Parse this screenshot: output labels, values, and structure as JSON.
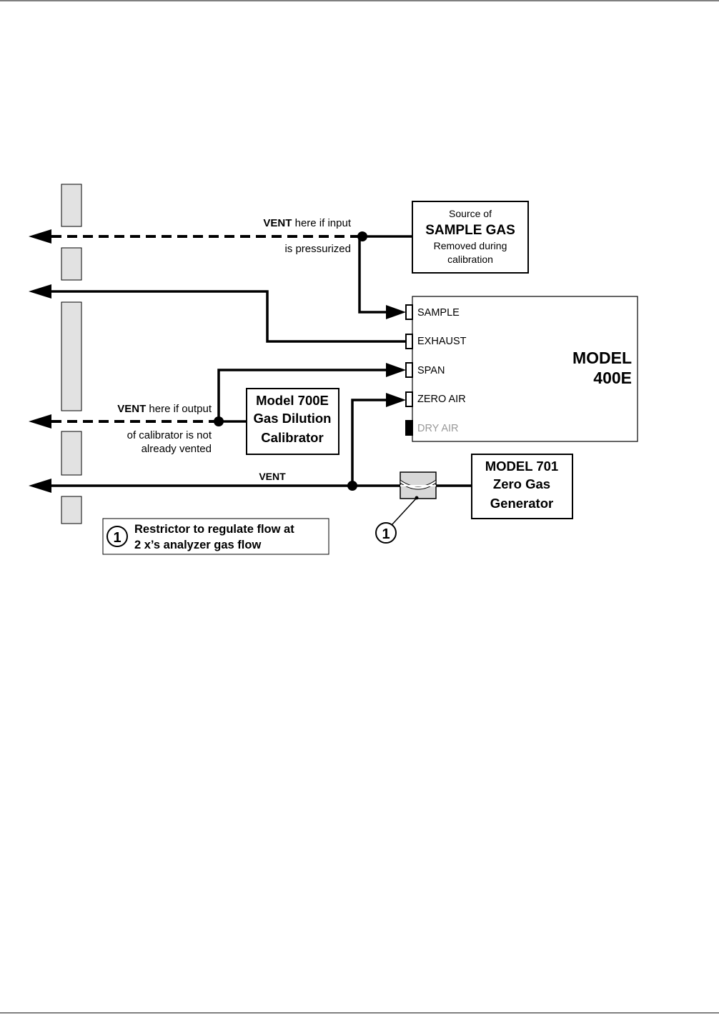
{
  "sample_source": {
    "line1": "Source of",
    "line2": "SAMPLE GAS",
    "line3": "Removed during",
    "line4": "calibration"
  },
  "vent_top": {
    "prefix": "VENT",
    "suffix": " here if input",
    "line2": "is pressurized"
  },
  "analyzer": {
    "model_line1": "MODEL",
    "model_line2": "400E",
    "ports": [
      "SAMPLE",
      "EXHAUST",
      "SPAN",
      "ZERO AIR",
      "DRY AIR"
    ]
  },
  "calibrator": {
    "line1": "Model 700E",
    "line2": "Gas Dilution",
    "line3": "Calibrator"
  },
  "vent_calibrator": {
    "prefix": "VENT",
    "suffix": " here if output",
    "line2": "of calibrator is not",
    "line3": "already vented"
  },
  "vent_label": "VENT",
  "zero_gen": {
    "line1": "MODEL 701",
    "line2": "Zero Gas",
    "line3": "Generator"
  },
  "legend": {
    "number": "1",
    "line1": "Restrictor to regulate flow at",
    "line2": "2 x’s analyzer gas flow"
  },
  "restrictor_callout": "1",
  "colors": {
    "wall_fill": "#e2e2e2",
    "disabled_port_text": "#999999"
  }
}
